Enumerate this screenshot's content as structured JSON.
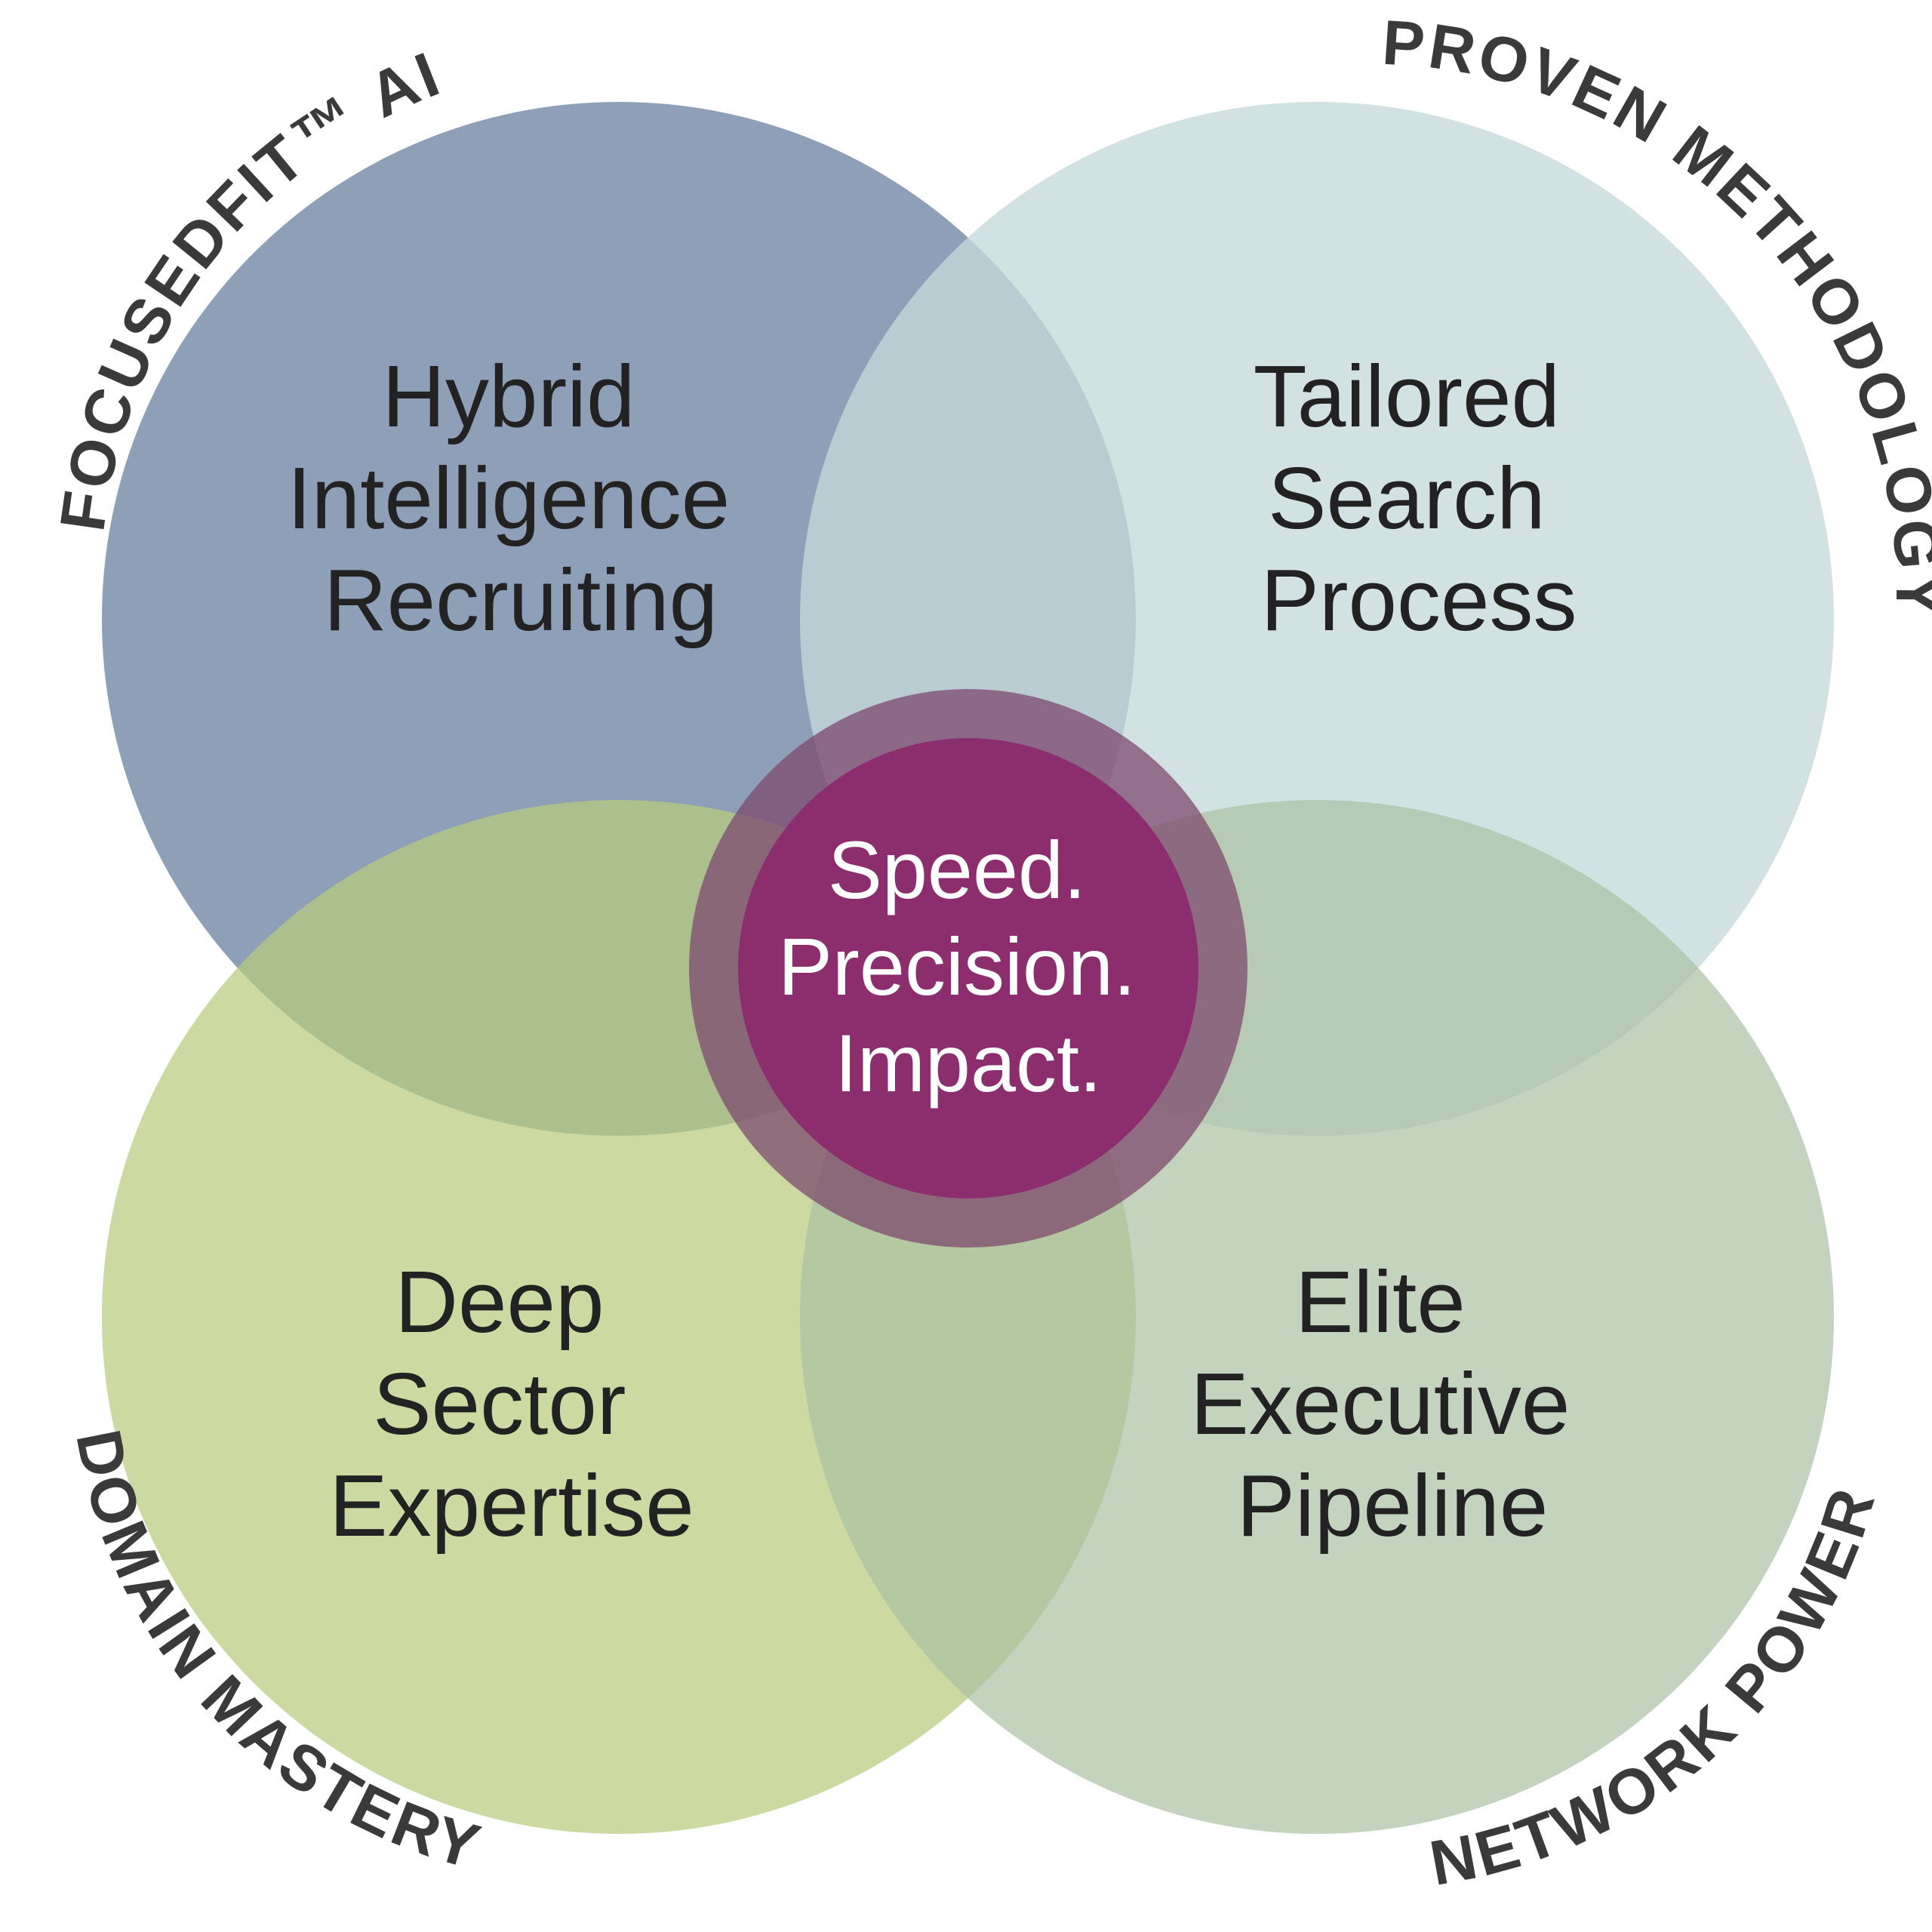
{
  "colors": {
    "top_left": "#7d93ad",
    "top_right": "#c5d9da",
    "bottom_left": "#b8cc7e",
    "bottom_right": "#a9c0a2",
    "center_ring": "#7d4a6e",
    "center_core": "#8c2d6e",
    "label_text": "#222222",
    "center_text": "#ffffff",
    "arc_text": "#3a3a3a"
  },
  "circles": [
    {
      "id": "top-left",
      "arc_label": "FOCUSEDFIT™ AI",
      "lines": [
        "Hybrid",
        "Intelligence",
        "Recruiting"
      ]
    },
    {
      "id": "top-right",
      "arc_label": "PROVEN METHODOLOGY",
      "lines": [
        "Tailored",
        "Search",
        "Process"
      ]
    },
    {
      "id": "bottom-left",
      "arc_label": "DOMAIN MASTERY",
      "lines": [
        "Deep",
        "Sector",
        "Expertise"
      ]
    },
    {
      "id": "bottom-right",
      "arc_label": "NETWORK POWER",
      "lines": [
        "Elite",
        "Executive",
        "Pipeline"
      ]
    }
  ],
  "center": {
    "lines": [
      "Speed.",
      "Precision.",
      "Impact."
    ]
  }
}
